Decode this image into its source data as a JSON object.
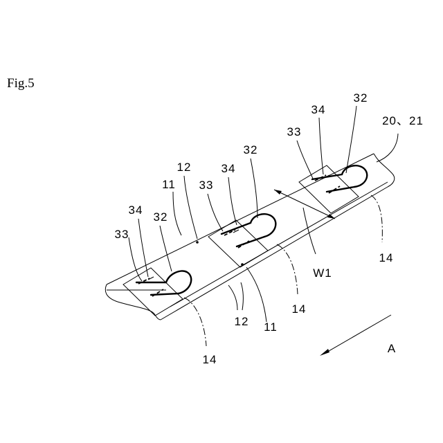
{
  "figure": {
    "title": "Fig.5"
  },
  "labels": {
    "l_2021": "20、21",
    "l_32_right": "32",
    "l_34_right": "34",
    "l_33_right": "33",
    "l_32_mid": "32",
    "l_34_mid": "34",
    "l_33_mid": "33",
    "l_12_top": "12",
    "l_11_top": "11",
    "l_34_left": "34",
    "l_32_left": "32",
    "l_33_left": "33",
    "l_14_right": "14",
    "l_w1": "W1",
    "l_14_mid": "14",
    "l_12_bottom": "12",
    "l_11_bottom": "11",
    "l_14_left": "14",
    "l_a": "A"
  }
}
